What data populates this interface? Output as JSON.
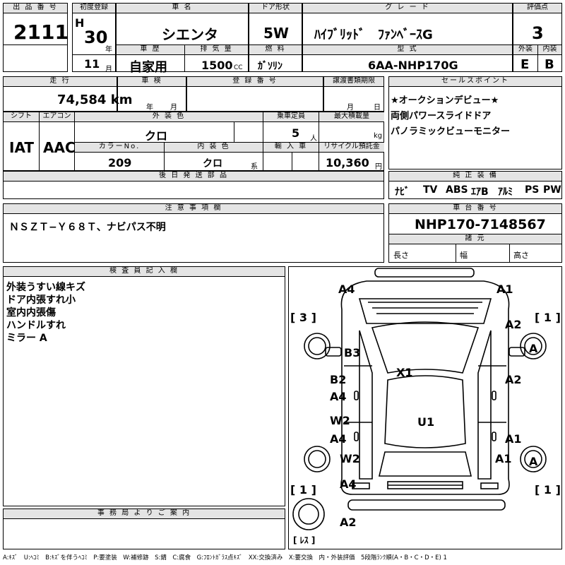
{
  "header": {
    "lot_label": "出 品 番 号",
    "lot_no": "2111",
    "first_reg_label": "初度登録",
    "era": "H",
    "year": "30",
    "year_unit": "年",
    "month": "11",
    "month_unit": "月",
    "model_label": "車 名",
    "model": "シエンタ",
    "history_label": "車 歴",
    "history": "自家用",
    "disp_label": "排 気 量",
    "disp": "1500",
    "disp_unit": "CC",
    "door_label": "ドア形状",
    "door": "5W",
    "fuel_label": "燃 料",
    "fuel": "ｶﾞｿﾘﾝ",
    "grade_label": "グ レ ー ド",
    "grade": "ﾊｲﾌﾞﾘｯﾄﾞ　ﾌｧﾝﾍﾞｰｽG",
    "type_label": "型 式",
    "type": "6AA-NHP170G",
    "score_label": "評価点",
    "score": "3",
    "ext_label": "外装",
    "ext": "E",
    "int_label": "内装",
    "int": "B"
  },
  "row2": {
    "mileage_label": "走 行",
    "mileage": "74,584 km",
    "inspection_label": "車 検",
    "insp_year_unit": "年",
    "insp_month_unit": "月",
    "regno_label": "登 録 番 号",
    "transfer_label": "譲渡書類期限",
    "transfer_month_unit": "月",
    "transfer_day_unit": "日",
    "sales_label": "セールスポイント",
    "sales_points": [
      "★オークションデビュー★",
      "両側パワースライドドア",
      "パノラミックビューモニター"
    ]
  },
  "row3": {
    "shift_label": "シフト",
    "shift": "IAT",
    "ac_label": "エアコン",
    "ac": "AAC",
    "color_label": "外 装 色",
    "color": "クロ",
    "seats_label": "乗車定員",
    "seats": "5",
    "seats_unit": "人",
    "load_label": "最大積載量",
    "load_unit": "kg",
    "colorno_label": "カラーNo.",
    "colorno": "209",
    "intcolor_label": "内 装 色",
    "intcolor": "クロ",
    "intcolor_unit": "系",
    "import_label": "輸 入 車",
    "recycle_label": "リサイクル預託金",
    "recycle": "10,360",
    "recycle_unit": "円"
  },
  "row4": {
    "later_label": "後 日 発 送 部 品",
    "equip_label": "純 正 装 備",
    "equip": [
      "ﾅﾋﾞ",
      "TV",
      "ABS",
      "ｴｱB",
      "ｱﾙﾐ",
      "PS",
      "PW"
    ]
  },
  "notes": {
    "label": "注 意 事 項 欄",
    "text": "ＮＳＺＴ−Ｙ６８Ｔ、ナビパス不明",
    "chassis_label": "車 台 番 号",
    "chassis": "NHP170-7148567",
    "dims_label": "諸 元",
    "length_label": "長さ",
    "width_label": "幅",
    "height_label": "高さ"
  },
  "inspector": {
    "label": "検 査 員 記 入 欄",
    "lines": [
      "外装うすい線キズ",
      "ドア内張すれ小",
      "室内内張傷",
      "ハンドルすれ",
      "ミラー A"
    ]
  },
  "office": {
    "label": "事 務 局 よ り ご 案 内"
  },
  "diagram": {
    "A4_top": "A4",
    "A1_top": "A1",
    "tag_3": "[ 3 ]",
    "tag_1_top": "[ 1 ]",
    "A2_right": "A2",
    "A_right_top": "A",
    "B3": "B3",
    "X1": "X1",
    "B2": "B2",
    "A4_left_1": "A4",
    "A2_mid": "A2",
    "W2_left": "W2",
    "A4_left_2": "A4",
    "U1": "U1",
    "A1_mid": "A1",
    "W2_bottom": "W2",
    "A1_right": "A1",
    "A_right_bottom": "A",
    "A4_bottom": "A4",
    "tag_1_left": "[ 1 ]",
    "tag_1_right": "[ 1 ]",
    "A2_bottom": "A2",
    "spare_label": "[ ﾚｽ ]"
  },
  "legend": "A:ｷｽﾞ　U:ﾍｺﾐ　B:ｷｽﾞを伴うﾍｺﾐ　P:要塗装　W:補修跡　S:錆　C:腐食　G:ﾌﾛﾝﾄｶﾞﾗｽ点ｷｽﾞ　XX:交換済み　X:要交換　内・外装評価　5段階ﾗﾝｸ順(A・B・C・D・E) 1"
}
